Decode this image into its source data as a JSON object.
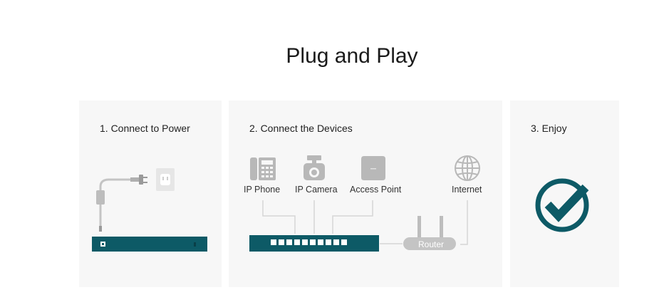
{
  "title": "Plug and Play",
  "steps": [
    {
      "heading": "1. Connect to Power"
    },
    {
      "heading": "2. Connect the Devices",
      "devices": [
        {
          "label": "IP Phone",
          "icon": "ip-phone-icon"
        },
        {
          "label": "IP Camera",
          "icon": "ip-camera-icon"
        },
        {
          "label": "Access Point",
          "icon": "access-point-icon"
        },
        {
          "label": "Internet",
          "icon": "globe-icon"
        }
      ],
      "router_label": "Router"
    },
    {
      "heading": "3. Enjoy",
      "icon": "checkmark-circle-icon"
    }
  ],
  "colors": {
    "switch": "#0d5a66",
    "icon_gray": "#b8b8b8",
    "line_gray": "#d6d6d6",
    "panel_bg": "#f7f7f7"
  }
}
